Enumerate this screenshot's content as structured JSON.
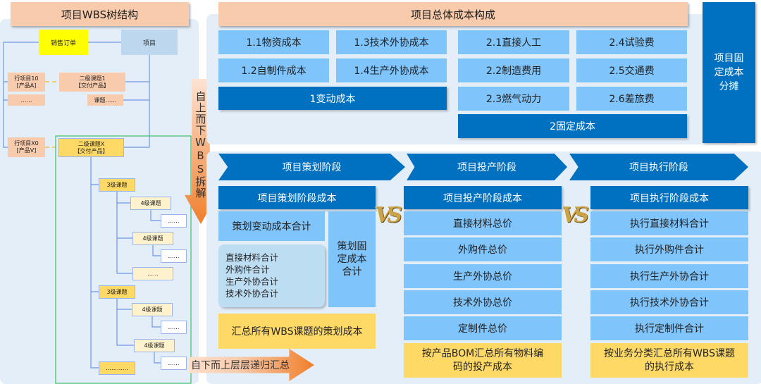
{
  "wbs": {
    "title": "项目WBS树结构",
    "sales_order": "销售订单",
    "project": "项目",
    "line_item_10": "行项目10\n[产品A]",
    "topic_1": "二级课题1\n【交付产品】",
    "ellipsis": "……",
    "topic_more": "课题……",
    "line_item_x0": "行项目X0\n[产品V]",
    "topic_x": "二级课题X\n【交付产品】",
    "level3": "3级课题",
    "level4": "4级课题",
    "dots": "……",
    "long_dots": "…………"
  },
  "top_down_arrow": "自上而下WBS拆解",
  "bottom_up_arrow": "自下而上层层递归汇总",
  "cost_structure": {
    "title": "项目总体成本构成",
    "variable_items": [
      "1.1物资成本",
      "1.3技术外协成本",
      "1.2自制件成本",
      "1.4生产外协成本"
    ],
    "variable_total": "1变动成本",
    "fixed_items": [
      "2.1直接人工",
      "2.4试验费",
      "2.2制造费用",
      "2.5交通费",
      "2.3燃气动力",
      "2.6差旅费"
    ],
    "fixed_total": "2固定成本",
    "allocation": "项目固定成本分摊"
  },
  "stages": [
    {
      "name": "项目策划阶段",
      "cost_title": "项目策划阶段成本",
      "variable_sum": "策划变动成本合计",
      "list": [
        "直接材料合计",
        "外购件合计",
        "生产外协合计",
        "技术外协合计"
      ],
      "fixed_sum": "策划固定成本合计",
      "summary": "汇总所有WBS课题的策划成本"
    },
    {
      "name": "项目投产阶段",
      "cost_title": "项目投产阶段成本",
      "items": [
        "直接材料总价",
        "外购件总价",
        "生产外协总价",
        "技术外协总价",
        "定制件总价"
      ],
      "summary": "按产品BOM汇总所有物料编码的投产成本"
    },
    {
      "name": "项目执行阶段",
      "cost_title": "项目执行阶段成本",
      "items": [
        "执行直接材料合计",
        "执行外购件合计",
        "执行生产外协合计",
        "执行技术外协合计",
        "执行定制件合计"
      ],
      "summary": "按业务分类汇总所有WBS课题的执行成本"
    }
  ],
  "vs_label": "VS"
}
